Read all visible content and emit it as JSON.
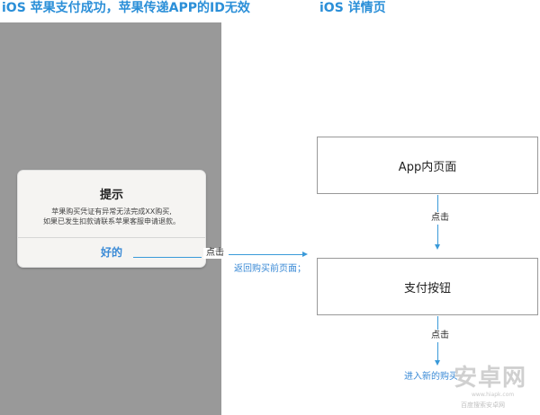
{
  "titles": {
    "left": "iOS 苹果支付成功，苹果传递APP的ID无效",
    "right": "iOS 详情页"
  },
  "dialog": {
    "title": "提示",
    "message_line1": "苹果购买凭证有异常无法完成XX购买,",
    "message_line2": "如果已发生扣款请联系苹果客服申请退款。",
    "button": "好的"
  },
  "flow": {
    "click_1": "点击",
    "return_note": "返回购买前页面；",
    "box_1": "App内页面",
    "click_2": "点击",
    "box_2": "支付按钮",
    "click_3": "点击",
    "enter_note": "进入新的购买"
  },
  "watermark": {
    "logo": "安卓网",
    "url": "www.hiapk.com",
    "slogan": "百度搜索安卓网"
  },
  "colors": {
    "accent": "#2b8fd8",
    "phone_bg": "#999999",
    "dialog_bg": "#f5f4f2"
  }
}
